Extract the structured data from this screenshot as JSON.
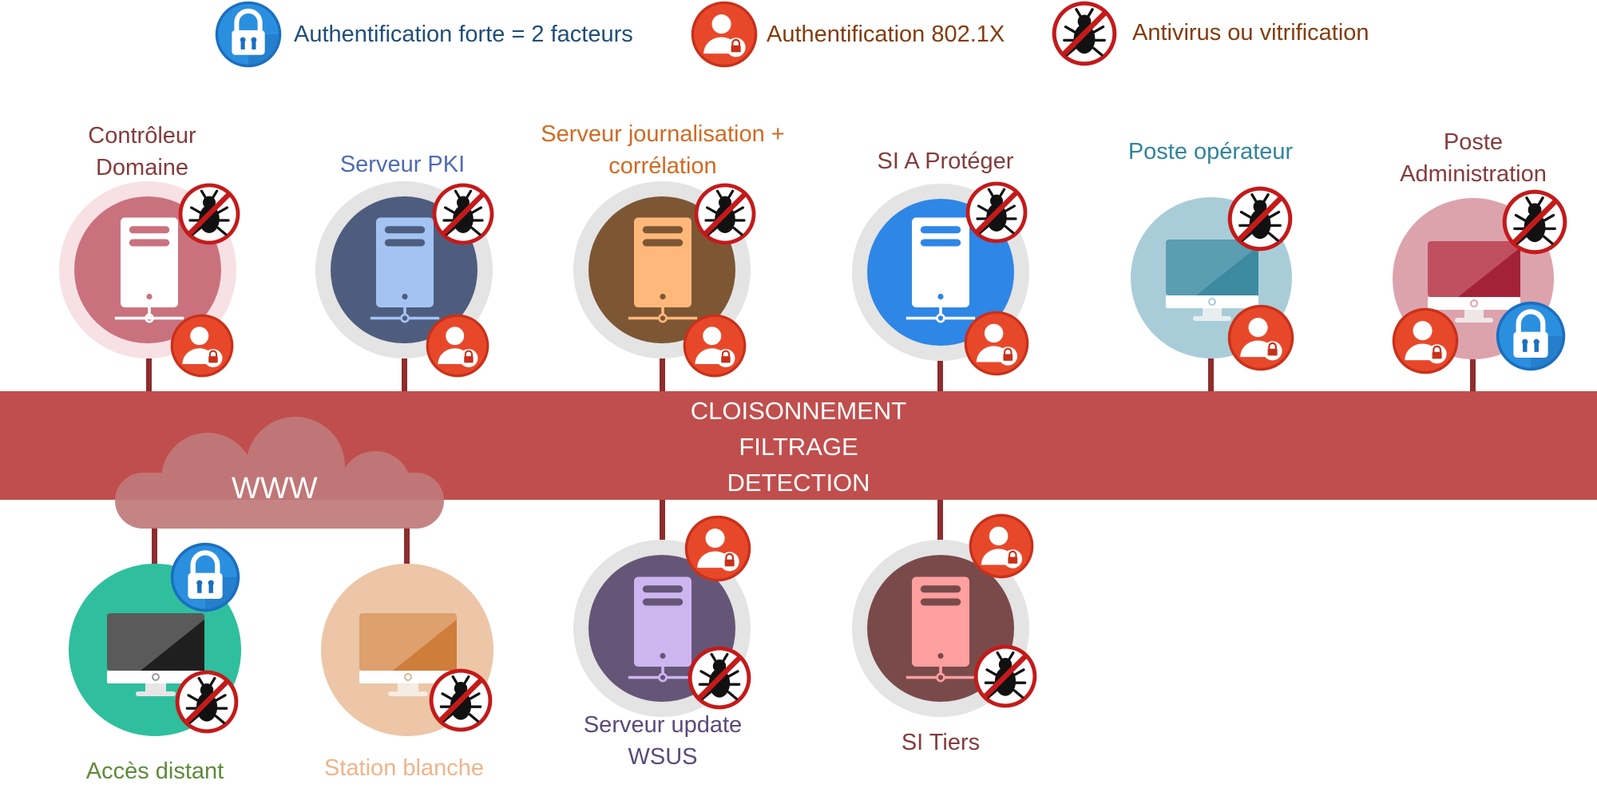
{
  "legend": [
    {
      "icon": "lock-icon",
      "label": "Authentification forte = 2 facteurs",
      "color": "#1f4e79"
    },
    {
      "icon": "user-lock-icon",
      "label": "Authentification 802.1X",
      "color": "#843c0c"
    },
    {
      "icon": "no-bug-icon",
      "label": "Antivirus ou vitrification",
      "color": "#843c0c"
    }
  ],
  "network_band": {
    "lines": [
      "CLOISONNEMENT",
      "FILTRAGE",
      "DETECTION"
    ],
    "color": "#c04e4d"
  },
  "cloud": {
    "label": "WWW",
    "color": "#c07a7a"
  },
  "nodes_top": [
    {
      "id": "controleur",
      "label_lines": [
        "Contrôleur",
        "Domaine"
      ],
      "label_color": "#843c3c",
      "device": "server",
      "bg": "#c9727e",
      "badges": [
        "no-bug-icon",
        "user-lock-icon"
      ]
    },
    {
      "id": "pki",
      "label_lines": [
        "Serveur PKI"
      ],
      "label_color": "#4f6bb5",
      "device": "server",
      "bg": "#4e5d7e",
      "badges": [
        "no-bug-icon",
        "user-lock-icon"
      ]
    },
    {
      "id": "journalisation",
      "label_lines": [
        "Serveur journalisation +",
        "corrélation"
      ],
      "label_color": "#d06a22",
      "device": "server",
      "bg": "#7d5634",
      "badges": [
        "no-bug-icon",
        "user-lock-icon"
      ]
    },
    {
      "id": "si-proteger",
      "label_lines": [
        "SI A Protéger"
      ],
      "label_color": "#843c3c",
      "device": "server",
      "bg": "#2e86e6",
      "badges": [
        "no-bug-icon",
        "user-lock-icon"
      ]
    },
    {
      "id": "poste-operateur",
      "label_lines": [
        "Poste opérateur"
      ],
      "label_color": "#31859b",
      "device": "monitor",
      "bg": "#a9cdd8",
      "badges": [
        "no-bug-icon",
        "user-lock-icon"
      ]
    },
    {
      "id": "poste-admin",
      "label_lines": [
        "Poste",
        "Administration"
      ],
      "label_color": "#843c3c",
      "device": "monitor",
      "bg": "#dca3ad",
      "badges": [
        "no-bug-icon",
        "user-lock-icon",
        "lock-icon"
      ]
    }
  ],
  "nodes_bottom": [
    {
      "id": "acces-distant",
      "label_lines": [
        "Accès distant"
      ],
      "label_color": "#5e8a3a",
      "device": "monitor",
      "bg": "#2fbf9e",
      "badges": [
        "lock-icon",
        "no-bug-icon"
      ]
    },
    {
      "id": "station-blanche",
      "label_lines": [
        "Station blanche"
      ],
      "label_color": "#f0b48a",
      "device": "monitor",
      "bg": "#ecc6a6",
      "badges": [
        "no-bug-icon"
      ]
    },
    {
      "id": "wsus",
      "label_lines": [
        "Serveur update",
        "WSUS"
      ],
      "label_color": "#5a4a7a",
      "device": "server",
      "bg": "#655677",
      "badges": [
        "user-lock-icon",
        "no-bug-icon"
      ]
    },
    {
      "id": "si-tiers",
      "label_lines": [
        "SI Tiers"
      ],
      "label_color": "#843c3c",
      "device": "server",
      "bg": "#7a4a4a",
      "badges": [
        "user-lock-icon",
        "no-bug-icon"
      ]
    }
  ]
}
